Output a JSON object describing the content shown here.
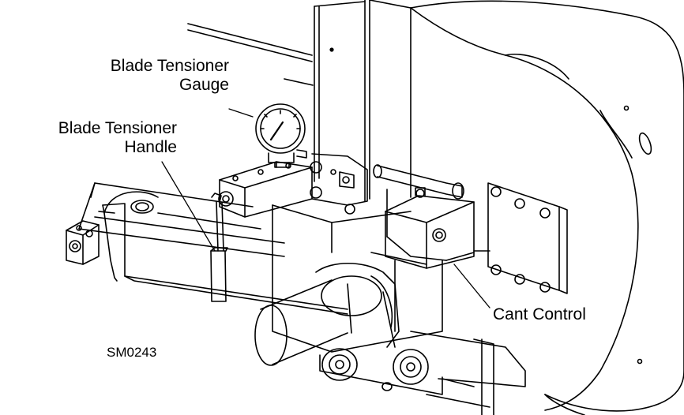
{
  "labels": {
    "gauge": [
      "Blade Tensioner",
      "Gauge"
    ],
    "handle": [
      "Blade Tensioner",
      "Handle"
    ],
    "cant": "Cant Control"
  },
  "drawing_id": "SM0243",
  "colors": {
    "line": "#000000",
    "background": "#ffffff"
  }
}
